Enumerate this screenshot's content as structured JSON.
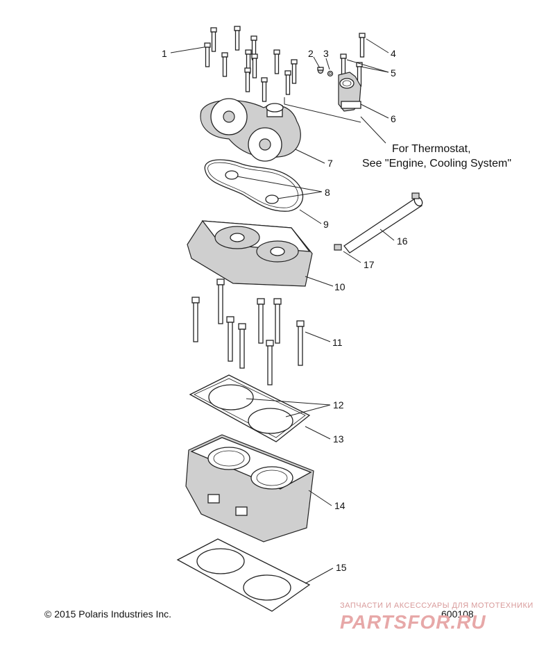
{
  "callouts": {
    "c1": "1",
    "c2": "2",
    "c3": "3",
    "c4": "4",
    "c5": "5",
    "c6": "6",
    "c7": "7",
    "c8": "8",
    "c9": "9",
    "c10": "10",
    "c11": "11",
    "c12": "12",
    "c13": "13",
    "c14": "14",
    "c15": "15",
    "c16": "16",
    "c17": "17"
  },
  "note": {
    "line1": "For Thermostat,",
    "line2": "See \"Engine, Cooling System\""
  },
  "footer": {
    "copyright": "© 2015 Polaris Industries Inc.",
    "diagram_number": "600108"
  },
  "watermark": {
    "tagline": "ЗАПЧАСТИ И АКСЕССУАРЫ ДЛЯ МОТОТЕХНИКИ",
    "brand": "PARTSFOR.RU"
  }
}
